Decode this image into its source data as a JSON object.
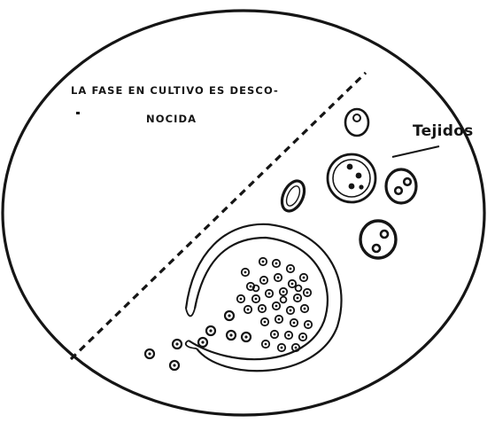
{
  "caption": {
    "line1": "LA FASE EN CULTIVO ES DESCO-",
    "line2": "NOCIDA"
  },
  "tissue_label": "Tejidos",
  "colors": {
    "ink": "#151515",
    "background": "#ffffff"
  }
}
